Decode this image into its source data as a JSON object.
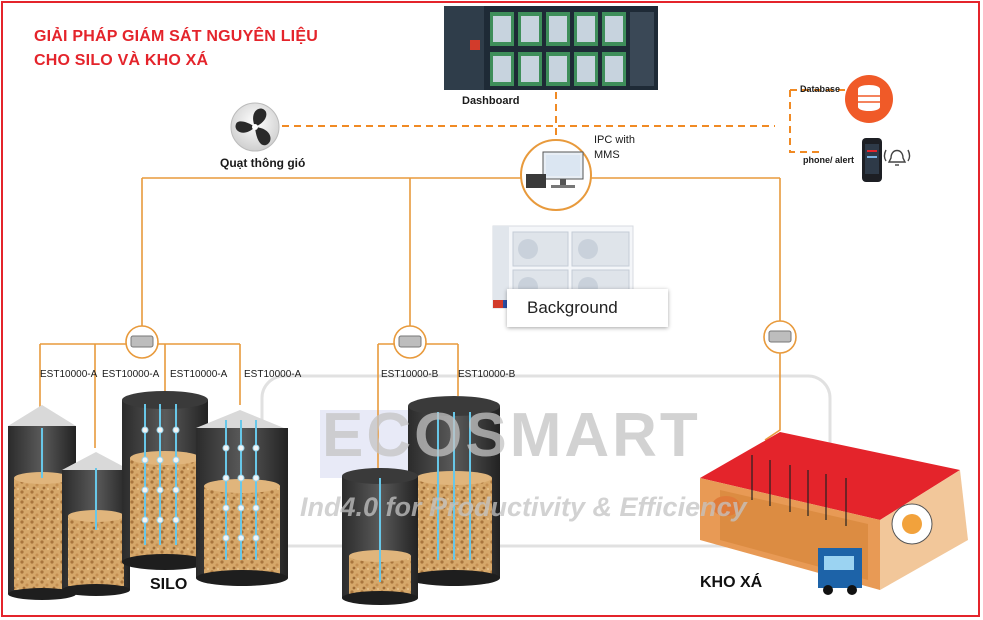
{
  "title_line1": "GIẢI PHÁP GIÁM SÁT NGUYÊN LIỆU",
  "title_line2": "CHO SILO VÀ KHO XÁ",
  "dashboard_label": "Dashboard",
  "fan_label": "Quạt thông gió",
  "ipc_label": "IPC with\nMMS",
  "database_label": "Database",
  "phone_label": "phone/ alert",
  "background_label": "Background",
  "sensors_a": [
    "EST10000-A",
    "EST10000-A",
    "EST10000-A",
    "EST10000-A"
  ],
  "sensors_b": [
    "EST10000-B",
    "EST10000-B"
  ],
  "silo_label": "SILO",
  "warehouse_label": "KHO XÁ",
  "watermark_brand": "ECOSMART",
  "watermark_tagline": "Ind4.0 for Productivity & Efficiency",
  "colors": {
    "title": "#e4242b",
    "connector": "#e89a3c",
    "dashed": "#f08a24",
    "frame": "#e4242b",
    "database": "#f05a28"
  },
  "icons": [
    "fan-icon",
    "database-icon",
    "phone-icon",
    "bell-icon",
    "ipc-computer-icon",
    "gateway-icon"
  ]
}
